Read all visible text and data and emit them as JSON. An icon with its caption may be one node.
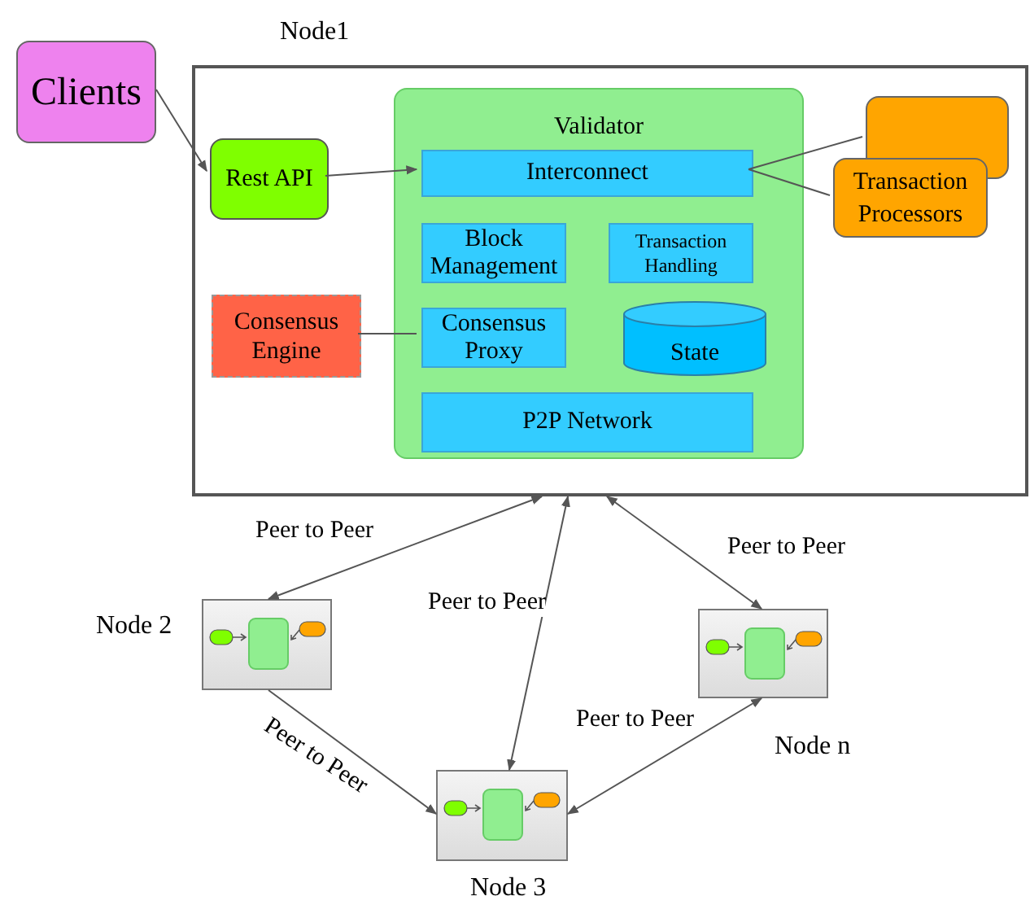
{
  "diagram": {
    "nodes": [
      {
        "text": [
          "Node1"
        ]
      },
      {
        "text": [
          "Clients"
        ]
      },
      {
        "text": [
          "Rest API"
        ],
        "in": 0
      },
      {
        "text": [
          "Validator"
        ],
        "in": 0
      },
      {
        "text": [
          "Interconnect"
        ],
        "in": 3
      },
      {
        "text": [
          "Block Management"
        ],
        "in": 3
      },
      {
        "text": [
          "Transaction Handling"
        ],
        "in": 3
      },
      {
        "text": [
          "Consensus Proxy"
        ],
        "in": 3
      },
      {
        "text": [
          "State"
        ],
        "in": 3
      },
      {
        "text": [
          "P2P Network"
        ],
        "in": 3
      },
      {
        "text": [
          "Consensus Engine"
        ],
        "in": 0
      },
      {
        "text": [],
        "shape": "box",
        "in": 0
      },
      {
        "text": [
          "Transaction Processors"
        ],
        "in": 0
      },
      {
        "text": [
          "Node 2"
        ]
      },
      {
        "text": [
          "Node 3"
        ]
      },
      {
        "text": [
          "Node n"
        ]
      }
    ],
    "edges": [
      {
        "from": 1,
        "to": 2,
        "arrow": "to"
      },
      {
        "from": 2,
        "to": 4,
        "arrow": "to"
      },
      {
        "from": 4,
        "to": 11,
        "arrow": "none"
      },
      {
        "from": 4,
        "to": 12,
        "arrow": "none"
      },
      {
        "from": 10,
        "to": 7,
        "arrow": "none"
      },
      {
        "from": 0,
        "to": 13,
        "arrow": "both",
        "label": "Peer to Peer"
      },
      {
        "from": 0,
        "to": 14,
        "arrow": "both",
        "label": "Peer to Peer"
      },
      {
        "from": 0,
        "to": 15,
        "arrow": "both",
        "label": "Peer to Peer"
      },
      {
        "from": 13,
        "to": 14,
        "arrow": "to",
        "label": "Peer to Peer"
      },
      {
        "from": 14,
        "to": 15,
        "arrow": "both",
        "label": "Peer to Peer"
      }
    ]
  }
}
